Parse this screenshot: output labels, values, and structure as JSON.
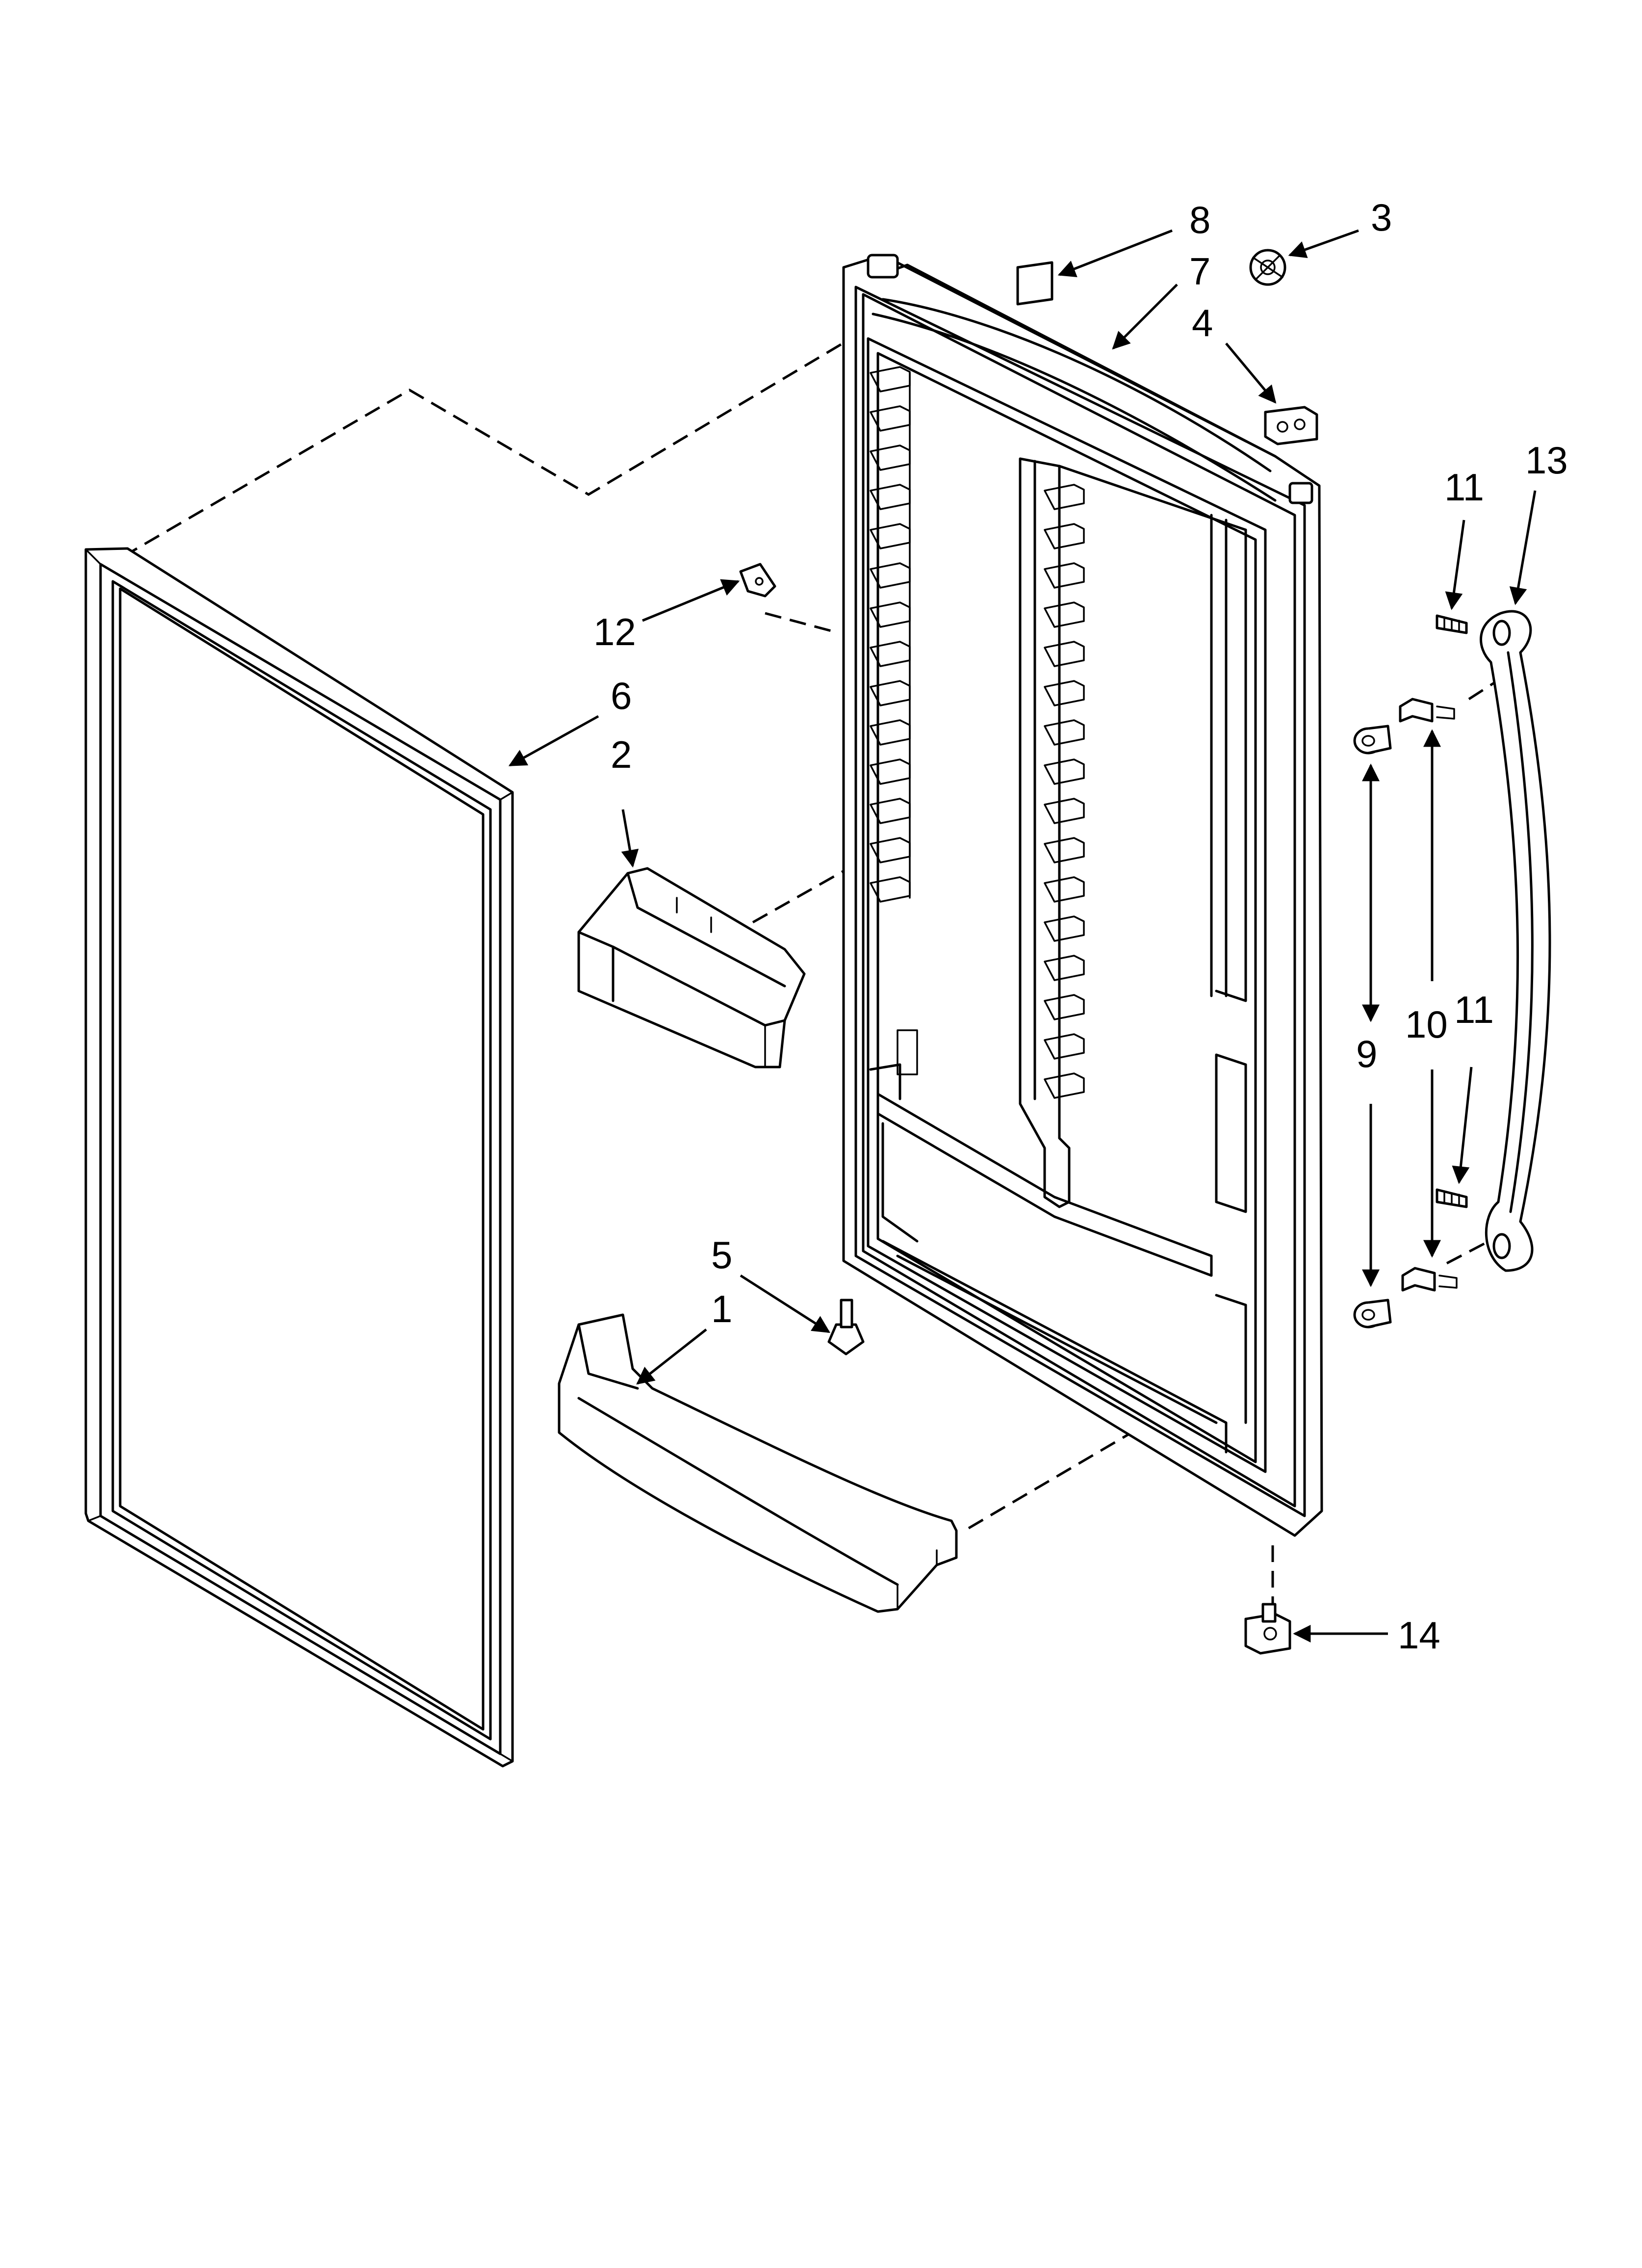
{
  "callouts": [
    {
      "id": "c8",
      "label": "8"
    },
    {
      "id": "c3",
      "label": "3"
    },
    {
      "id": "c7",
      "label": "7"
    },
    {
      "id": "c4",
      "label": "4"
    },
    {
      "id": "c11a",
      "label": "11"
    },
    {
      "id": "c13",
      "label": "13"
    },
    {
      "id": "c12",
      "label": "12"
    },
    {
      "id": "c6",
      "label": "6"
    },
    {
      "id": "c2",
      "label": "2"
    },
    {
      "id": "c9",
      "label": "9"
    },
    {
      "id": "c10",
      "label": "10"
    },
    {
      "id": "c11b",
      "label": "11"
    },
    {
      "id": "c5",
      "label": "5"
    },
    {
      "id": "c1",
      "label": "1"
    },
    {
      "id": "c14",
      "label": "14"
    }
  ]
}
